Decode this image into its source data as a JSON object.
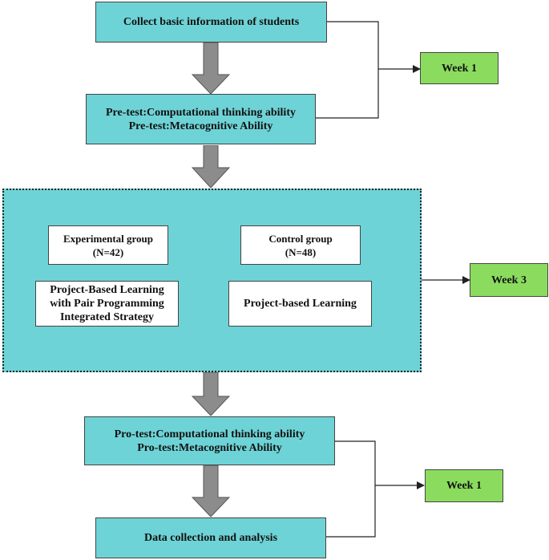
{
  "steps": {
    "collect": "Collect basic information of students",
    "pretest_line1": "Pre-test:Computational thinking ability",
    "pretest_line2": "Pre-test:Metacognitive Ability",
    "pro_line1": "Pro-test:Computational thinking ability",
    "pro_line2": "Pro-test:Metacognitive Ability",
    "analysis": "Data collection and analysis"
  },
  "groups": {
    "experimental_name": "Experimental group",
    "experimental_n": "(N=42)",
    "control_name": "Control group",
    "control_n": "(N=48)",
    "experimental_strategy_line1": "Project-Based Learning",
    "experimental_strategy_line2": "with Pair Programming",
    "experimental_strategy_line3": "Integrated Strategy",
    "control_strategy": "Project-based Learning"
  },
  "weeks": {
    "first": "Week 1",
    "third": "Week 3",
    "last": "Week 1"
  },
  "colors": {
    "teal": "#6ed3d6",
    "green": "#8bdc5e",
    "arrow_gray": "#8c8c8c"
  }
}
